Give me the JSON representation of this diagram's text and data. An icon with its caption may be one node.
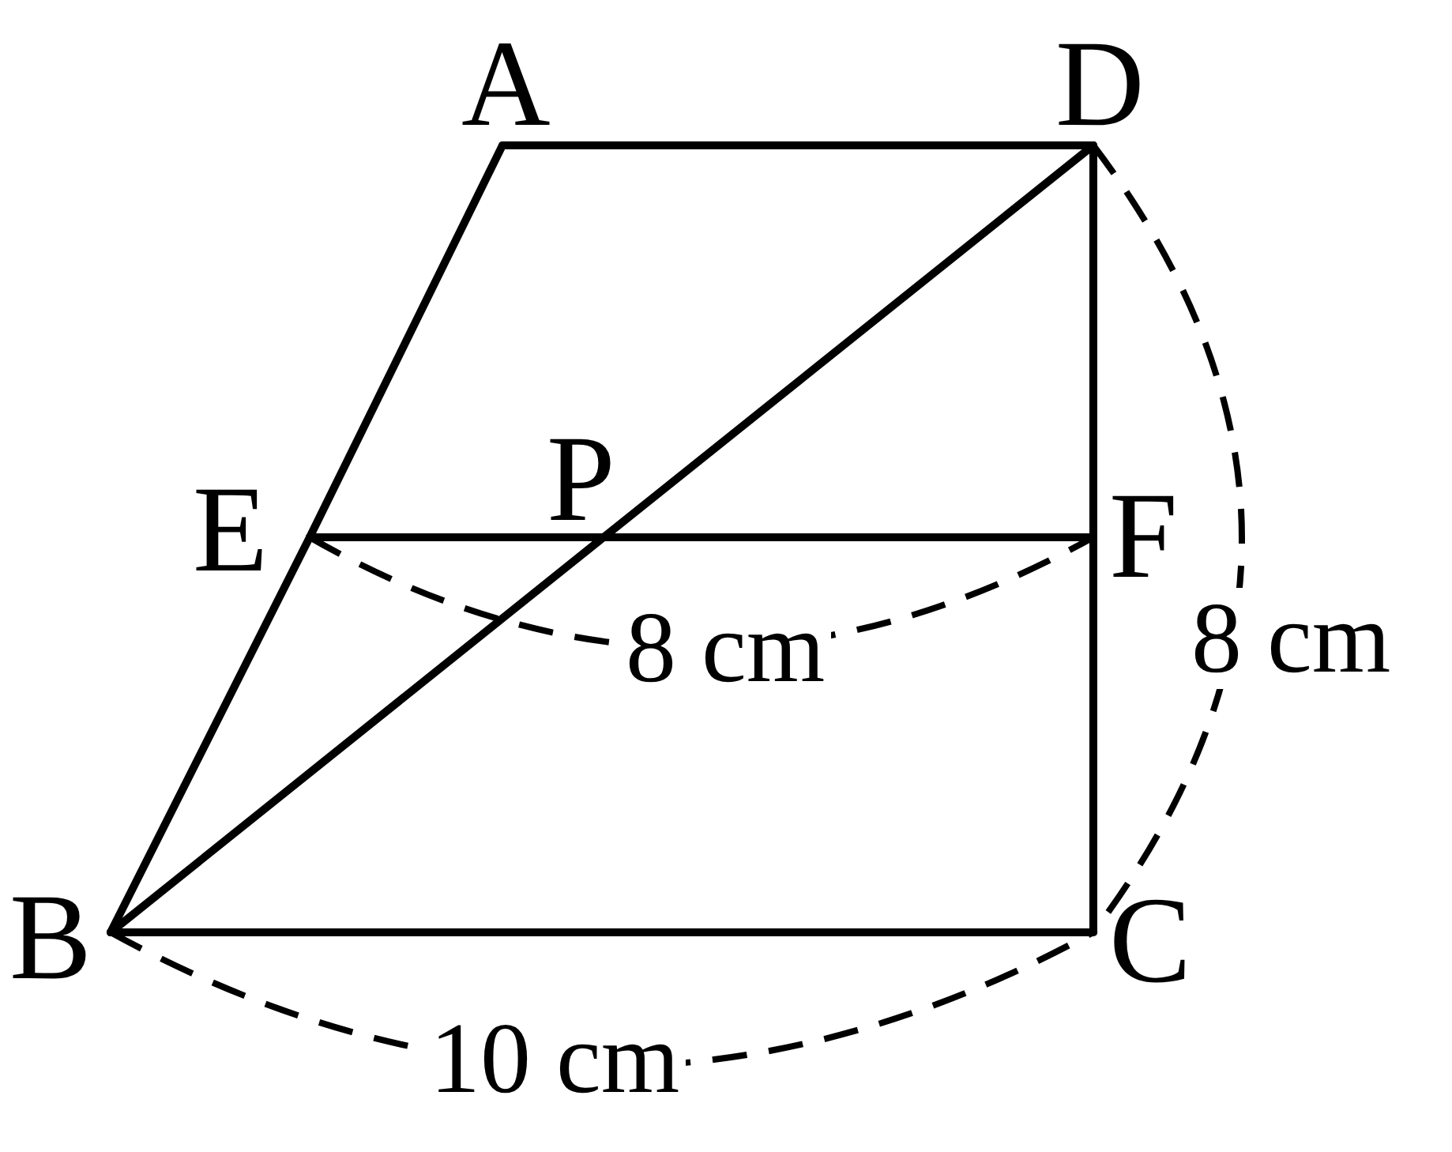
{
  "diagram": {
    "nodes": [
      {
        "text": [
          "A"
        ]
      },
      {
        "text": [
          "D"
        ]
      },
      {
        "text": [
          "E"
        ]
      },
      {
        "text": [
          "P"
        ]
      },
      {
        "text": [
          "F"
        ]
      },
      {
        "text": [
          "B"
        ]
      },
      {
        "text": [
          "C"
        ]
      }
    ],
    "edges": [
      {
        "from": 0,
        "to": 1,
        "arrow": "none"
      },
      {
        "from": 0,
        "to": 2,
        "arrow": "none"
      },
      {
        "from": 2,
        "to": 5,
        "arrow": "none"
      },
      {
        "from": 1,
        "to": 4,
        "arrow": "none"
      },
      {
        "from": 4,
        "to": 6,
        "arrow": "none"
      },
      {
        "from": 2,
        "to": 3,
        "arrow": "none"
      },
      {
        "from": 3,
        "to": 4,
        "arrow": "none"
      },
      {
        "from": 5,
        "to": 3,
        "arrow": "none"
      },
      {
        "from": 3,
        "to": 1,
        "arrow": "none"
      },
      {
        "from": 5,
        "to": 6,
        "arrow": "none"
      }
    ],
    "labels": [
      "8 cm",
      "8 cm",
      "10 cm"
    ]
  }
}
